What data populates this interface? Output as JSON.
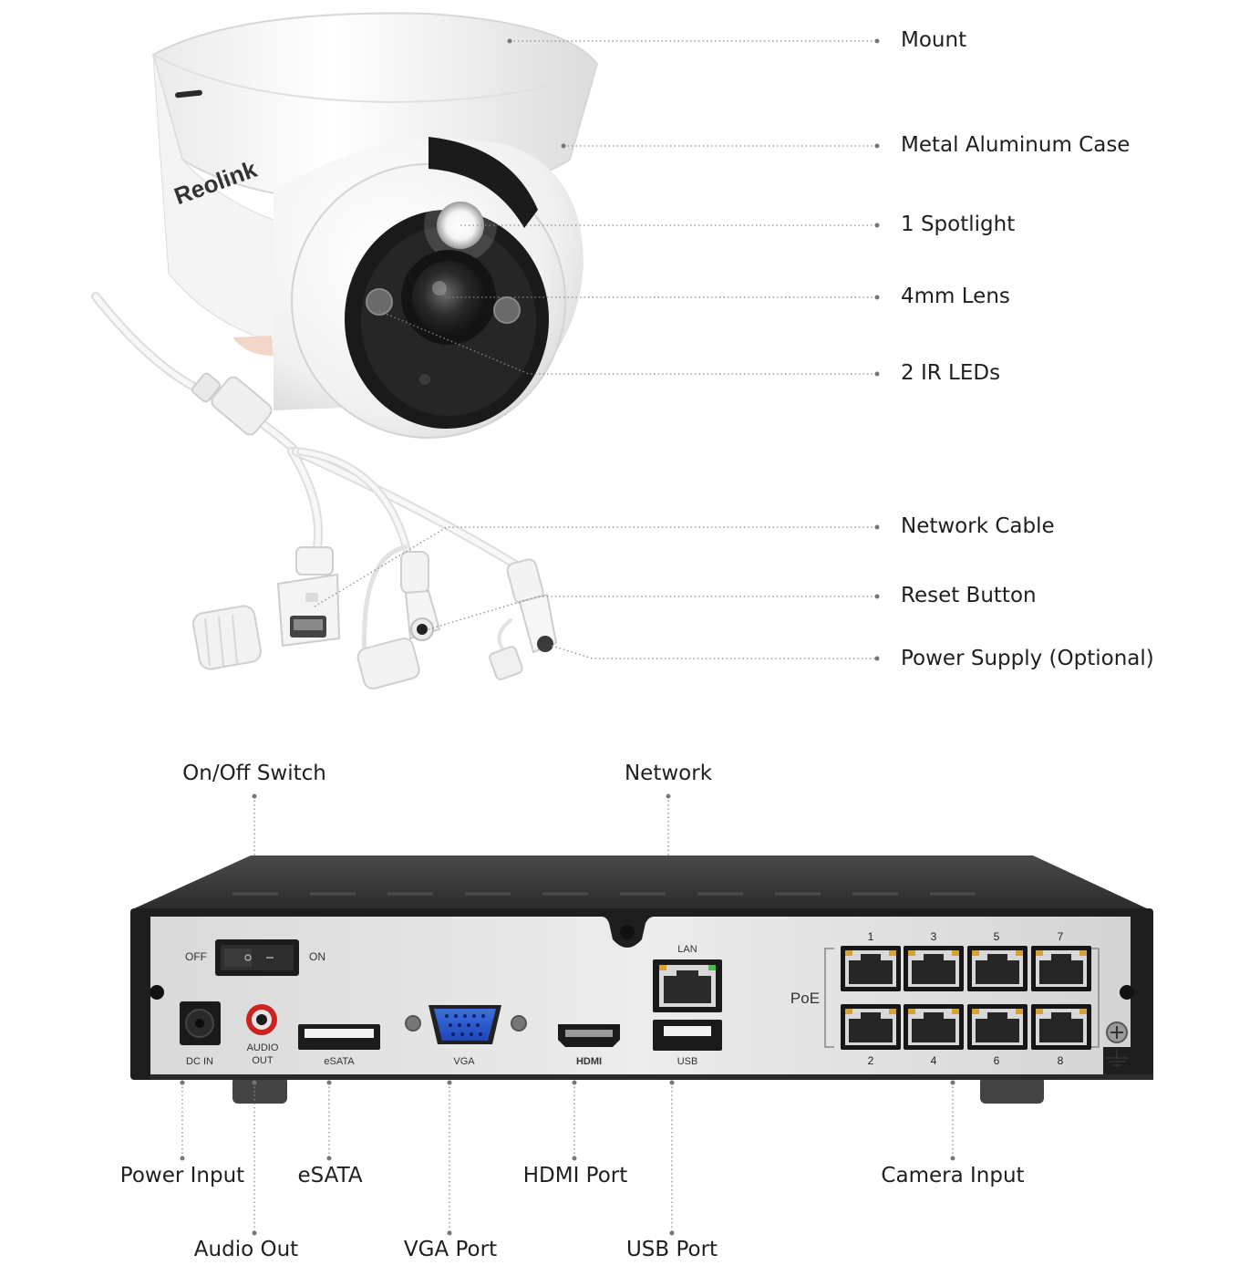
{
  "camera": {
    "brand": "Reolink",
    "callouts": [
      {
        "id": "mount",
        "label": "Mount"
      },
      {
        "id": "case",
        "label": "Metal Aluminum Case"
      },
      {
        "id": "spotlight",
        "label": "1 Spotlight"
      },
      {
        "id": "lens",
        "label": "4mm Lens"
      },
      {
        "id": "ir",
        "label": "2 IR LEDs"
      },
      {
        "id": "network-cable",
        "label": "Network Cable"
      },
      {
        "id": "reset",
        "label": "Reset Button"
      },
      {
        "id": "power",
        "label": "Power Supply (Optional)"
      }
    ]
  },
  "nvr": {
    "top_callouts": [
      {
        "id": "switch",
        "label": "On/Off Switch"
      },
      {
        "id": "network",
        "label": "Network"
      }
    ],
    "bottom_callouts": [
      {
        "id": "power-input",
        "label": "Power Input"
      },
      {
        "id": "esata",
        "label": "eSATA"
      },
      {
        "id": "hdmi",
        "label": "HDMI Port"
      },
      {
        "id": "camera-input",
        "label": "Camera Input"
      },
      {
        "id": "audio-out",
        "label": "Audio Out"
      },
      {
        "id": "vga",
        "label": "VGA Port"
      },
      {
        "id": "usb",
        "label": "USB Port"
      }
    ],
    "panel": {
      "off": "OFF",
      "on": "ON",
      "dc_in": "DC IN",
      "audio_out_1": "AUDIO",
      "audio_out_2": "OUT",
      "esata": "eSATA",
      "vga": "VGA",
      "hdmi": "HDMI",
      "lan": "LAN",
      "usb": "USB",
      "poe": "PoE",
      "port_top": [
        "1",
        "3",
        "5",
        "7"
      ],
      "port_bottom": [
        "2",
        "4",
        "6",
        "8"
      ]
    }
  }
}
